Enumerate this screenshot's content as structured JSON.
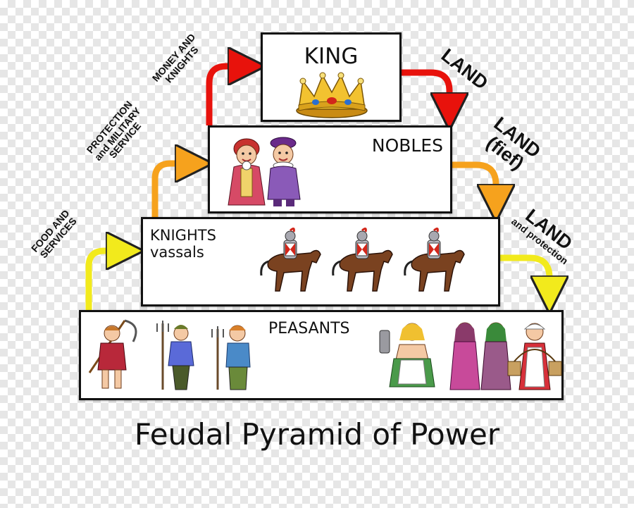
{
  "title": "Feudal Pyramid of Power",
  "colors": {
    "red": "#e8120c",
    "orange": "#f6a21d",
    "yellow": "#f2ea1c"
  },
  "tiers": {
    "king": {
      "label": "KING"
    },
    "nobles": {
      "label": "NOBLES"
    },
    "knights": {
      "label_line1": "KNIGHTS",
      "label_line2": "vassals"
    },
    "peasants": {
      "label": "PEASANTS"
    }
  },
  "flows": {
    "money_knights": {
      "line1": "MONEY AND",
      "line2": "KNIGHTS"
    },
    "protection": {
      "line1": "PROTECTION",
      "line2": "and MILITARY",
      "line3": "SERVICE"
    },
    "food": {
      "line1": "FOOD AND",
      "line2": "SERVICES"
    },
    "land_king": {
      "line1": "LAND"
    },
    "land_fief": {
      "line1": "LAND",
      "line2": "(fief)"
    },
    "land_protection": {
      "line1": "LAND",
      "line2": "and protection"
    }
  },
  "icons": {
    "king": "crown-icon",
    "nobles": "noble-couple-icon",
    "knights": "knight-on-horse-icon",
    "peasants": "peasant-figure-icon"
  }
}
